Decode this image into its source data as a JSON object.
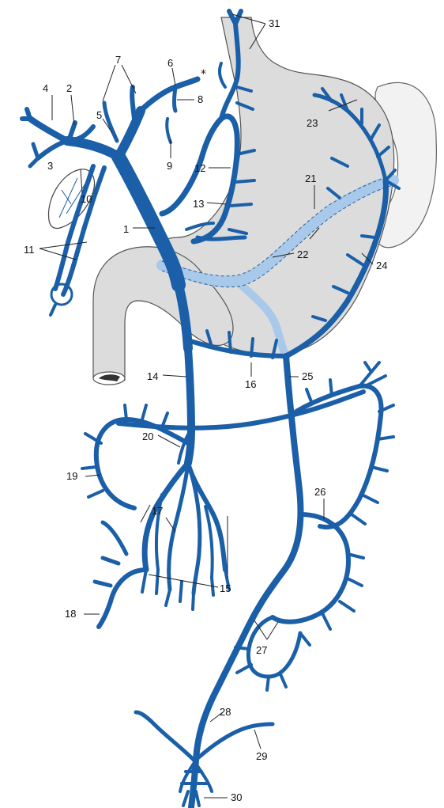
{
  "colors": {
    "vein": "#1a5fa7",
    "vein_behind_stomach": "#a9c9ea",
    "organ_fill": "#dcdcdc",
    "spleen_fill": "#f2f2f2",
    "outline": "#555555",
    "label": "#111111"
  },
  "star_mark": "*",
  "labels": {
    "l1": "1",
    "l2": "2",
    "l3": "3",
    "l4": "4",
    "l5": "5",
    "l6": "6",
    "l7": "7",
    "l8": "8",
    "l9": "9",
    "l10": "10",
    "l11": "11",
    "l12": "12",
    "l13": "13",
    "l14": "14",
    "l15": "15",
    "l16": "16",
    "l17": "17",
    "l18": "18",
    "l19": "19",
    "l20": "20",
    "l21": "21",
    "l22": "22",
    "l23": "23",
    "l24": "24",
    "l25": "25",
    "l26": "26",
    "l27": "27",
    "l28": "28",
    "l29": "29",
    "l30": "30",
    "l31": "31"
  }
}
